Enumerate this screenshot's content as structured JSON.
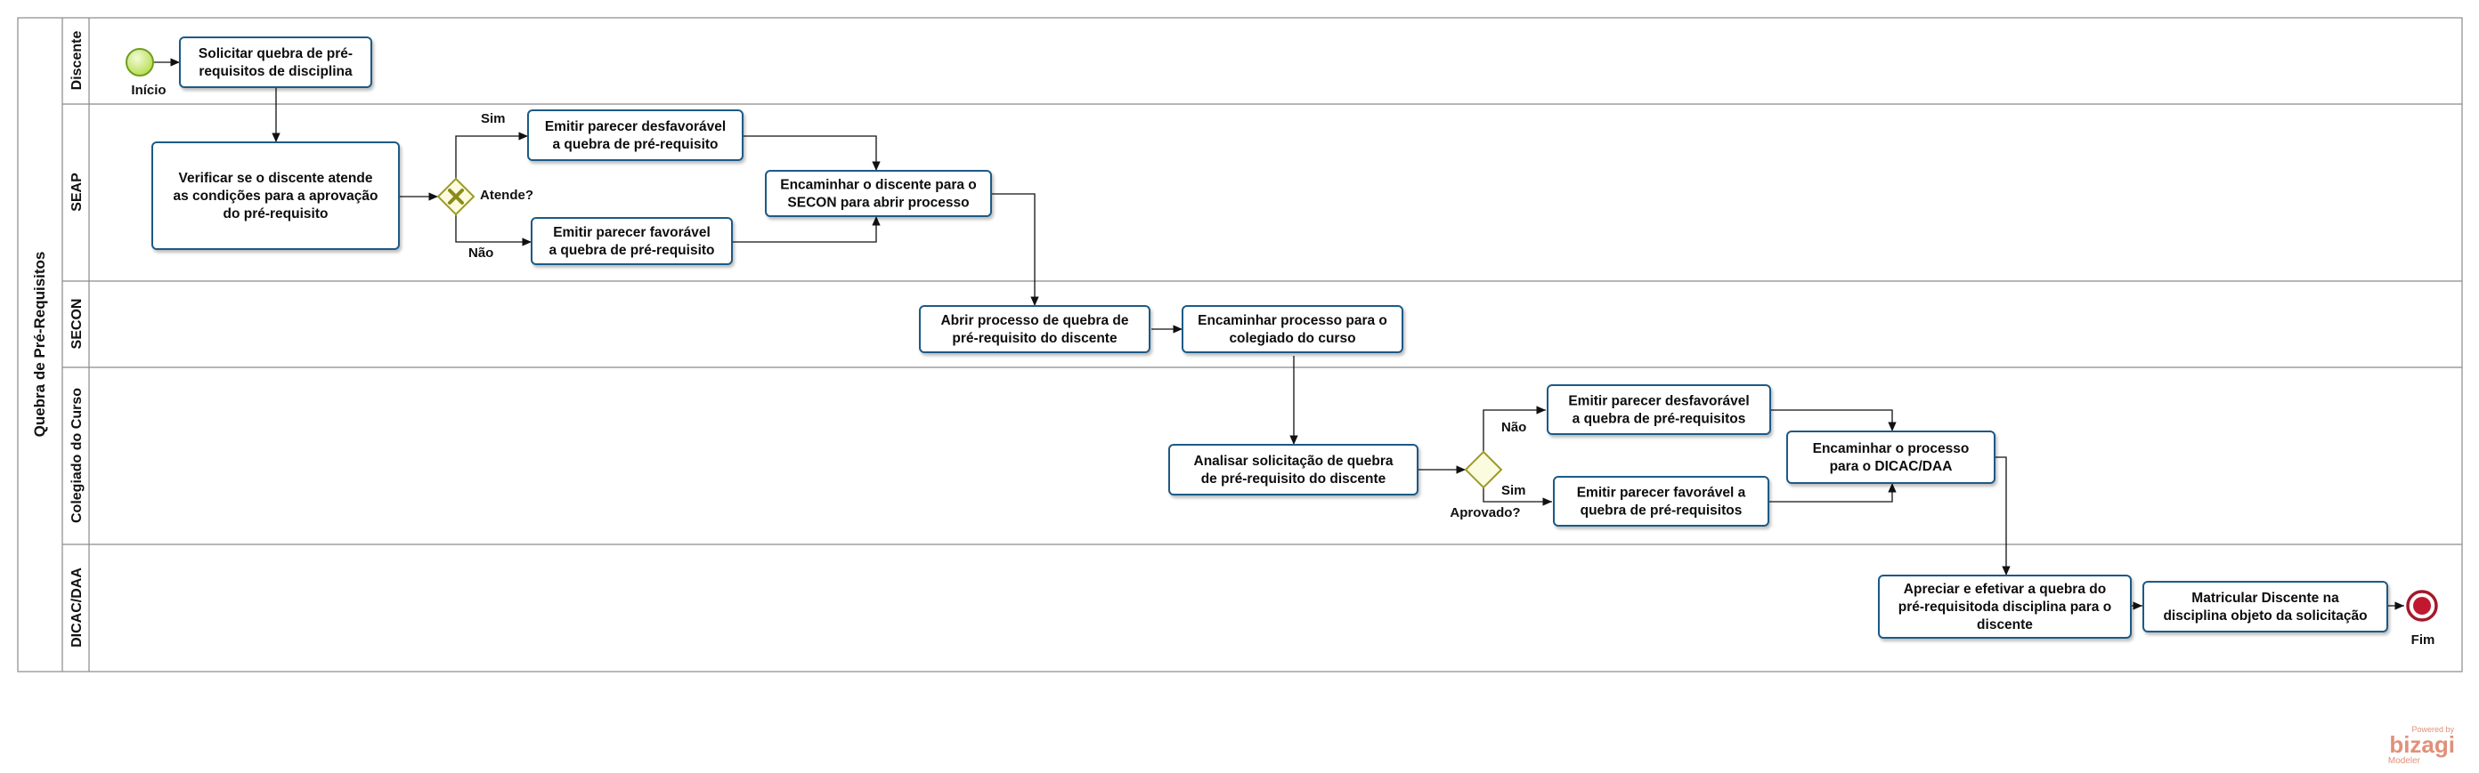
{
  "pool": {
    "title": "Quebra de Pré-Requisitos"
  },
  "lanes": [
    {
      "id": "discente",
      "label": "Discente"
    },
    {
      "id": "seap",
      "label": "SEAP"
    },
    {
      "id": "secon",
      "label": "SECON"
    },
    {
      "id": "colegiado",
      "label": "Colegiado do Curso"
    },
    {
      "id": "dicac",
      "label": "DICAC/DAA"
    }
  ],
  "events": {
    "start": "Início",
    "end": "Fim"
  },
  "tasks": {
    "t1": [
      "Solicitar quebra de pré-",
      "requisitos de disciplina"
    ],
    "t2": [
      "Verificar se o discente atende",
      "as condições para a aprovação",
      "do pré-requisito"
    ],
    "t3": [
      "Emitir parecer desfavorável",
      "a quebra de pré-requisito"
    ],
    "t4": [
      "Emitir parecer favorável",
      "a quebra de pré-requisito"
    ],
    "t5": [
      "Encaminhar o discente para o",
      "SECON para abrir processo"
    ],
    "t6": [
      "Abrir processo de quebra de",
      "pré-requisito do discente"
    ],
    "t7": [
      "Encaminhar processo para o",
      "colegiado do curso"
    ],
    "t8": [
      "Analisar solicitação de quebra",
      "de pré-requisito do discente"
    ],
    "t9": [
      "Emitir parecer desfavorável",
      "a quebra de pré-requisitos"
    ],
    "t10": [
      "Emitir parecer favorável a",
      "quebra de pré-requisitos"
    ],
    "t11": [
      "Encaminhar o processo",
      "para o DICAC/DAA"
    ],
    "t12": [
      "Apreciar e efetivar a quebra do",
      "pré-requisitoda disciplina para o",
      "discente"
    ],
    "t13": [
      "Matricular Discente na",
      "disciplina objeto da solicitação"
    ]
  },
  "gateways": {
    "g1": "Atende?",
    "g2": "Aprovado?"
  },
  "flow_labels": {
    "g1_yes": "Sim",
    "g1_no": "Não",
    "g2_no": "Não",
    "g2_yes": "Sim"
  },
  "brand": {
    "powered": "Powered by",
    "name": "bizagi",
    "product": "Modeler"
  }
}
